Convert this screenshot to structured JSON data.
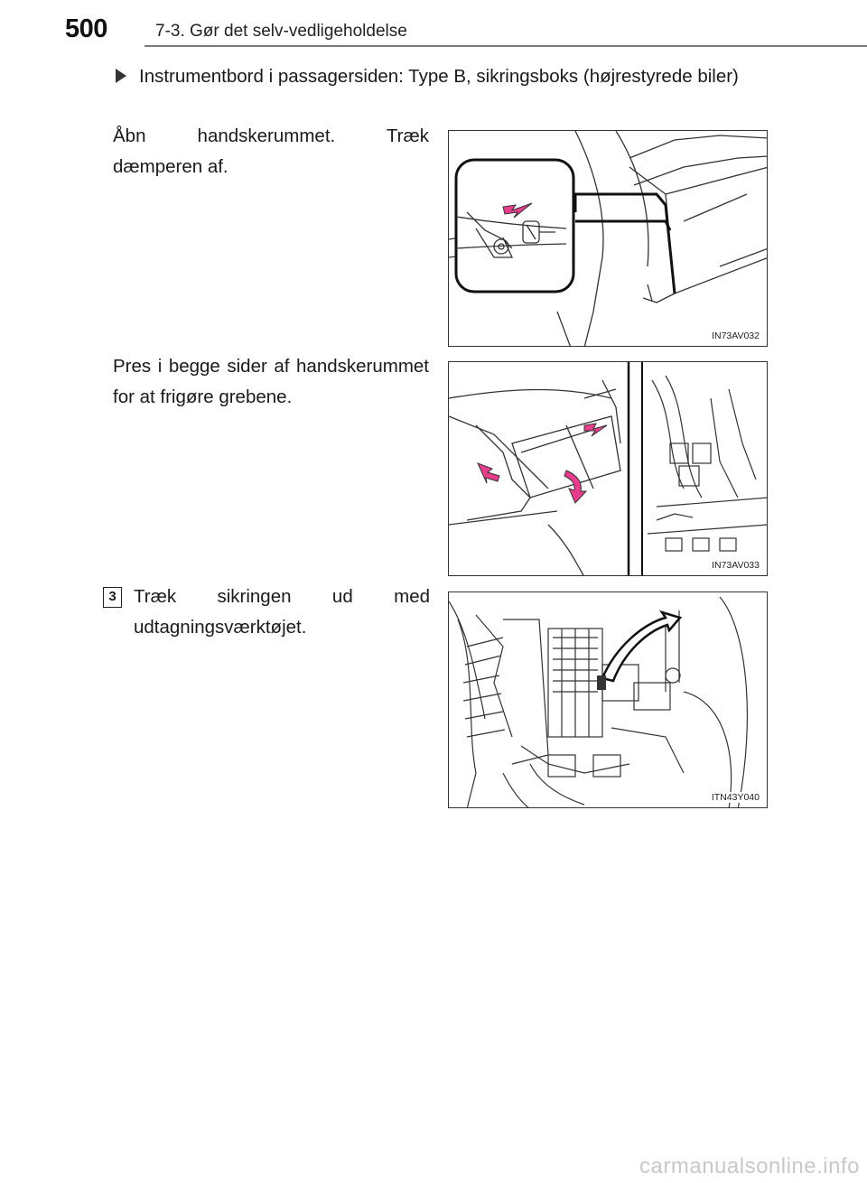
{
  "header": {
    "page_number": "500",
    "section_title": "7-3. Gør det selv-vedligeholdelse"
  },
  "intro": {
    "bullet_text": "Instrumentbord i passagersiden: Type B, sikringsboks (højrestyrede biler)"
  },
  "steps": [
    {
      "text": "Åbn handskerummet. Træk dæmperen af.",
      "figure_label": "IN73AV032"
    },
    {
      "text": "Pres i begge sider af handskerummet for at frigøre grebene.",
      "figure_label": "IN73AV033"
    },
    {
      "number": "3",
      "text": "Træk sikringen ud med udtagningsværktøjet.",
      "figure_label": "ITN43Y040"
    }
  ],
  "footer": {
    "watermark": "carmanualsonline.info"
  },
  "colors": {
    "accent_arrow": "#e83c8c",
    "rule": "#7a7a7a"
  }
}
